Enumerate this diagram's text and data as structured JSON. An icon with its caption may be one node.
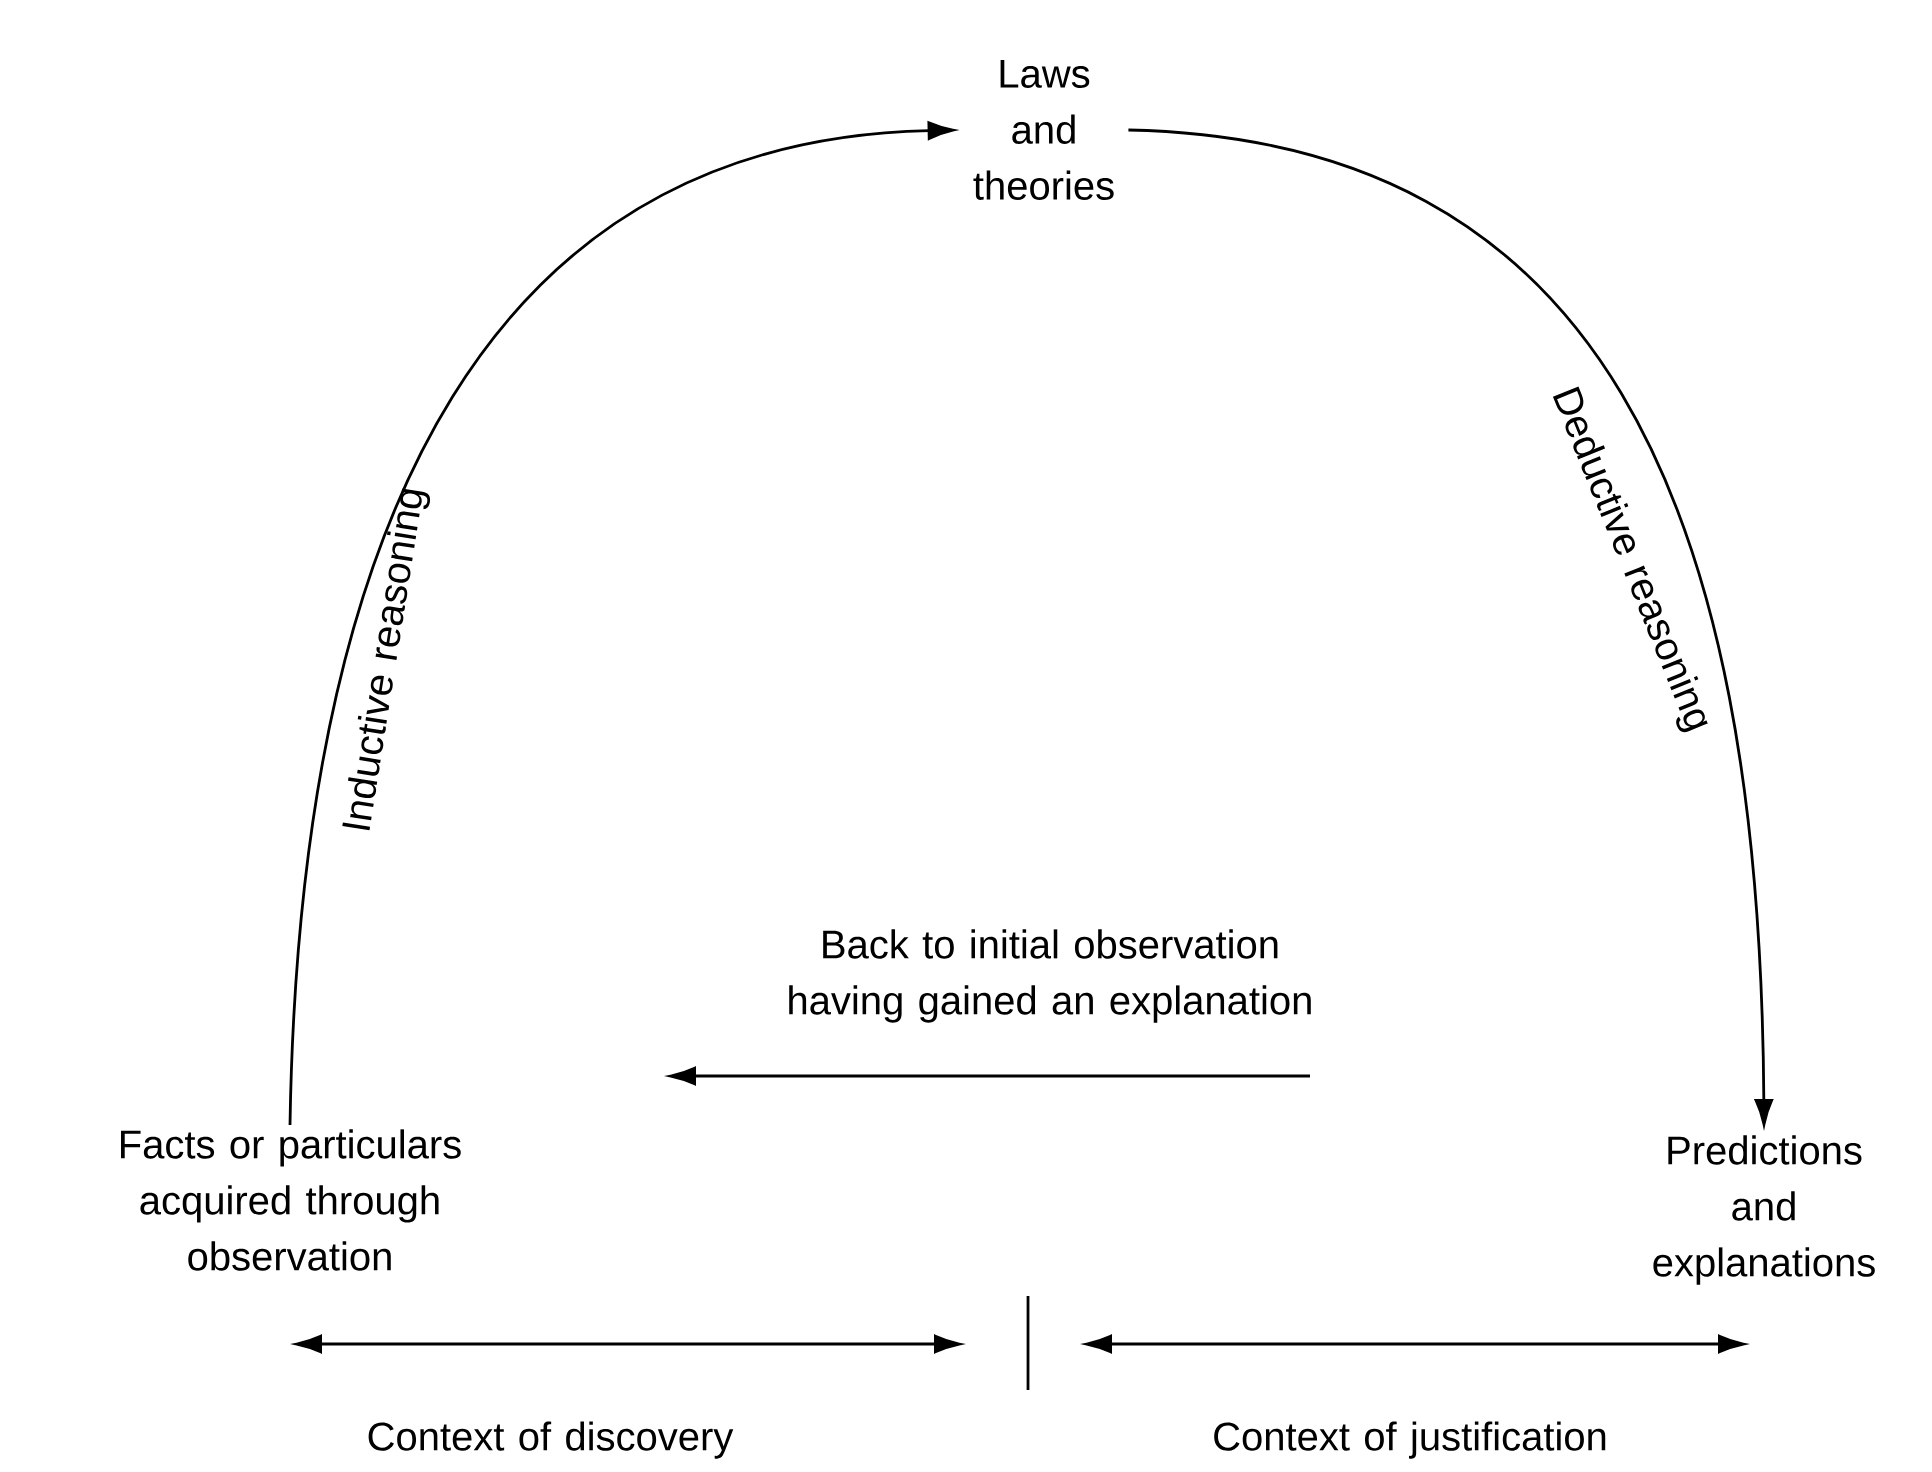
{
  "diagram": {
    "nodes": [
      {
        "text": [
          "Laws and theories"
        ]
      },
      {
        "text": [
          "Facts or particulars acquired through observation"
        ]
      },
      {
        "text": [
          "Predictions and explanations"
        ]
      }
    ],
    "edges": [
      {
        "from": 1,
        "to": 0,
        "arrow": "to",
        "label": "Inductive reasoning"
      },
      {
        "from": 0,
        "to": 2,
        "arrow": "to",
        "label": "Deductive reasoning"
      }
    ],
    "labels": [
      "Back to initial observation having gained an explanation",
      "Context of discovery",
      "Context of justification"
    ]
  }
}
